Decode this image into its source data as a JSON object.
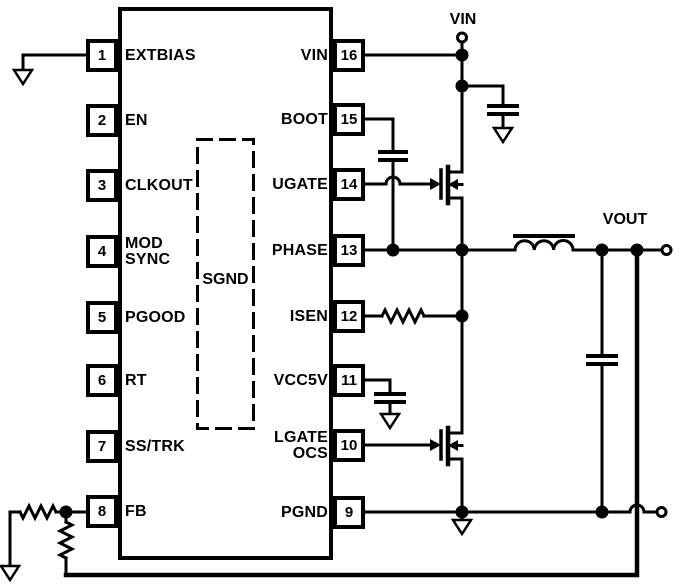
{
  "figure": {
    "kind": "switching-regulator-application-circuit",
    "colors": {
      "line": "#000000",
      "background": "#ffffff"
    }
  },
  "ic": {
    "internal_ground_label": "SGND",
    "left_pins": [
      {
        "number": "1",
        "label": "EXTBIAS"
      },
      {
        "number": "2",
        "label": "EN"
      },
      {
        "number": "3",
        "label": "CLKOUT"
      },
      {
        "number": "4",
        "label": "MOD",
        "label2": "SYNC"
      },
      {
        "number": "5",
        "label": "PGOOD"
      },
      {
        "number": "6",
        "label": "RT"
      },
      {
        "number": "7",
        "label": "SS/TRK"
      },
      {
        "number": "8",
        "label": "FB"
      }
    ],
    "right_pins": [
      {
        "number": "16",
        "label": "VIN"
      },
      {
        "number": "15",
        "label": "BOOT"
      },
      {
        "number": "14",
        "label": "UGATE"
      },
      {
        "number": "13",
        "label": "PHASE"
      },
      {
        "number": "12",
        "label": "ISEN"
      },
      {
        "number": "11",
        "label": "VCC5V"
      },
      {
        "number": "10",
        "label": "LGATE",
        "label2": "OCS"
      },
      {
        "number": "9",
        "label": "PGND"
      }
    ]
  },
  "nets": {
    "input": "VIN",
    "output": "VOUT"
  },
  "components": [
    "input-bypass-capacitor",
    "bootstrap-capacitor",
    "vcc5v-decoupling-capacitor",
    "output-capacitor",
    "high-side-mosfet",
    "low-side-mosfet",
    "output-inductor",
    "isen-resistor",
    "feedback-upper-resistor",
    "feedback-lower-resistor",
    "ground-symbols",
    "vin-terminal",
    "vout-terminal",
    "pgnd-terminal"
  ]
}
